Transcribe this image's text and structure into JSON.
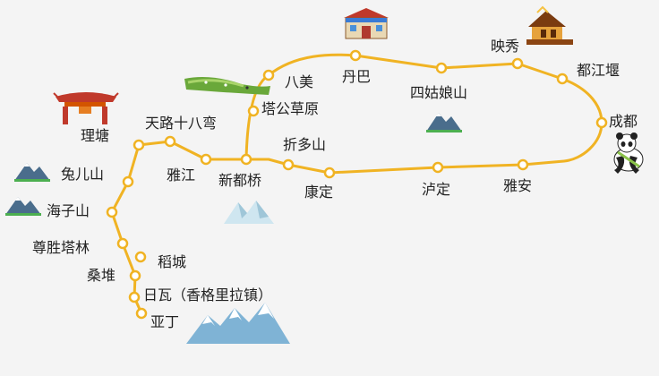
{
  "route_color": "#f0b323",
  "stops": {
    "chengdu": "成都",
    "dujiangyan": "都江堰",
    "yingxiu": "映秀",
    "siguniangshan": "四姑娘山",
    "danba": "丹巴",
    "bamei": "八美",
    "tagongcaoyuan": "塔公草原",
    "xinduqiao": "新都桥",
    "zheduoshan": "折多山",
    "kangding": "康定",
    "luding": "泸定",
    "yaan": "雅安",
    "yajiang": "雅江",
    "tianlu18wan": "天路十八弯",
    "litang": "理塘",
    "tuershan": "兔儿山",
    "haizishan": "海子山",
    "zunshengtalin": "尊胜塔林",
    "daocheng": "稻城",
    "sangdui": "桑堆",
    "riwa": "日瓦（香格里拉镇）",
    "yading": "亚丁"
  },
  "icons": [
    "house-icon",
    "temple-icon",
    "grassland-icon",
    "chinese-gate-icon",
    "mountain-icon",
    "snow-mountain-icon",
    "panda-icon"
  ]
}
